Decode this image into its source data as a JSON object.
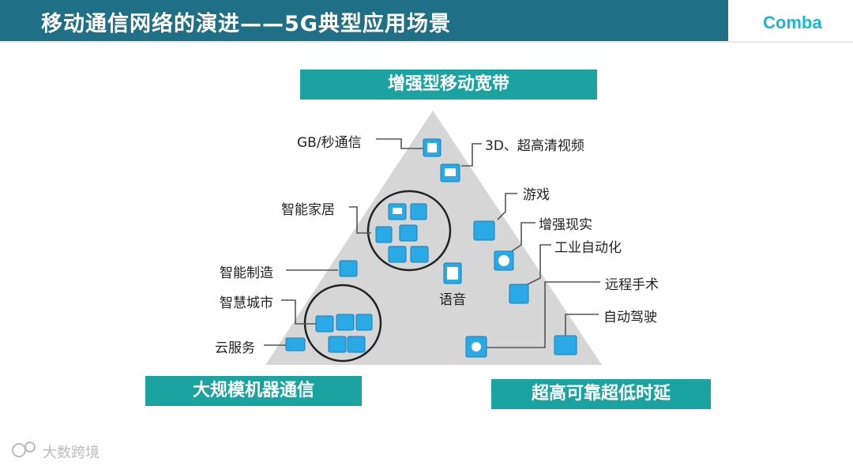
{
  "header": {
    "title": "移动通信网络的演进——5G典型应用场景",
    "logo_text": "Comba",
    "bg_color": "#1f6f86",
    "logo_color": "#1ab6d6"
  },
  "scenarios": {
    "top": "增强型移动宽带",
    "bottom_left": "大规模机器通信",
    "bottom_right": "超高可靠超低时延",
    "band_color": "#1aa3a0"
  },
  "labels": {
    "gbps": "GB/秒通信",
    "video": "3D、超高清视频",
    "smart_home": "智能家居",
    "gaming": "游戏",
    "ar": "增强现实",
    "industrial_auto": "工业自动化",
    "smart_mfg": "智能制造",
    "voice": "语音",
    "remote_surgery": "远程手术",
    "smart_city": "智慧城市",
    "auto_drive": "自动驾驶",
    "cloud": "云服务"
  },
  "icon_color": "#29a9e6",
  "watermark": "大数跨境"
}
